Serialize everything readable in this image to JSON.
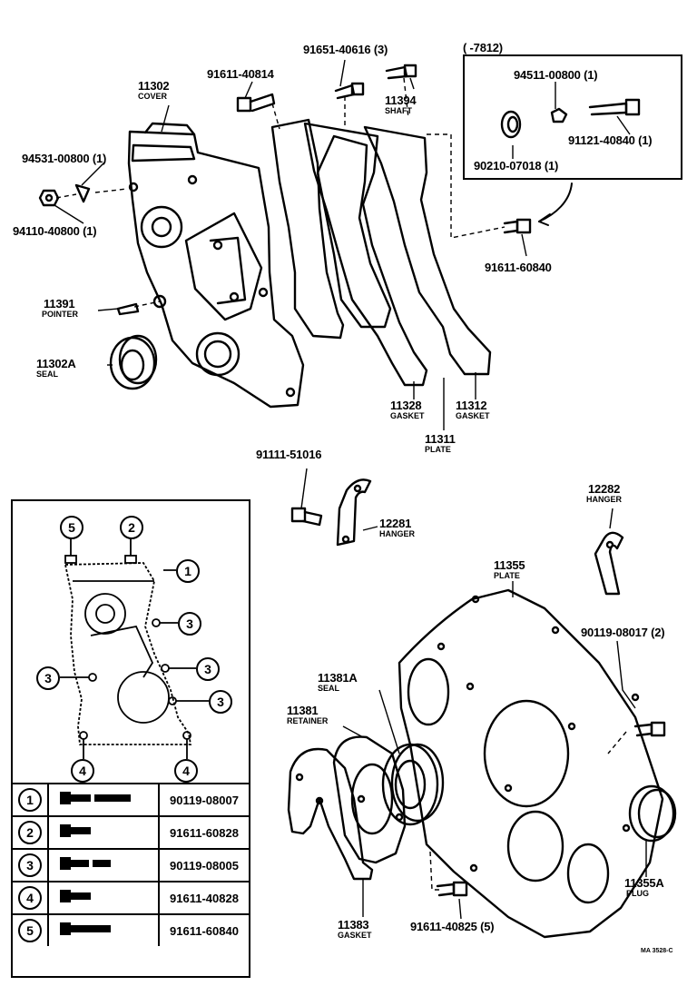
{
  "parts": {
    "p11302": {
      "num": "11302",
      "name": "COVER"
    },
    "p91611_40814": {
      "num": "91611-40814"
    },
    "p91651_40616": {
      "num": "91651-40616 (3)"
    },
    "p11394": {
      "num": "11394",
      "name": "SHAFT"
    },
    "p94531": {
      "num": "94531-00800 (1)"
    },
    "p94110": {
      "num": "94110-40800 (1)"
    },
    "p11391": {
      "num": "11391",
      "name": "POINTER"
    },
    "p11302A": {
      "num": "11302A",
      "name": "SEAL"
    },
    "p11328": {
      "num": "11328",
      "name": "GASKET"
    },
    "p11312": {
      "num": "11312",
      "name": "GASKET"
    },
    "p11311": {
      "num": "11311",
      "name": "PLATE"
    },
    "p91611_60840": {
      "num": "91611-60840"
    },
    "p91111": {
      "num": "91111-51016"
    },
    "p12281": {
      "num": "12281",
      "name": "HANGER"
    },
    "p12282": {
      "num": "12282",
      "name": "HANGER"
    },
    "p11355": {
      "num": "11355",
      "name": "PLATE"
    },
    "p90119_08017": {
      "num": "90119-08017 (2)"
    },
    "p11381A": {
      "num": "11381A",
      "name": "SEAL"
    },
    "p11381": {
      "num": "11381",
      "name": "RETAINER"
    },
    "p11383": {
      "num": "11383",
      "name": "GASKET"
    },
    "p91611_40825": {
      "num": "91611-40825 (5)"
    },
    "p11355A": {
      "num": "11355A",
      "name": "PLUG"
    }
  },
  "bracket": {
    "title": "(      -7812)",
    "p94511": "94511-00800 (1)",
    "p91121": "91121-40840 (1)",
    "p90210": "90210-07018 (1)"
  },
  "inset": {
    "callouts": [
      "5",
      "2",
      "1",
      "3",
      "3",
      "3",
      "3",
      "4",
      "4"
    ],
    "table": [
      {
        "key": "1",
        "part": "90119-08007"
      },
      {
        "key": "2",
        "part": "91611-60828"
      },
      {
        "key": "3",
        "part": "90119-08005"
      },
      {
        "key": "4",
        "part": "91611-40828"
      },
      {
        "key": "5",
        "part": "91611-60840"
      }
    ]
  },
  "footer": {
    "code": "MA 3528-C"
  }
}
